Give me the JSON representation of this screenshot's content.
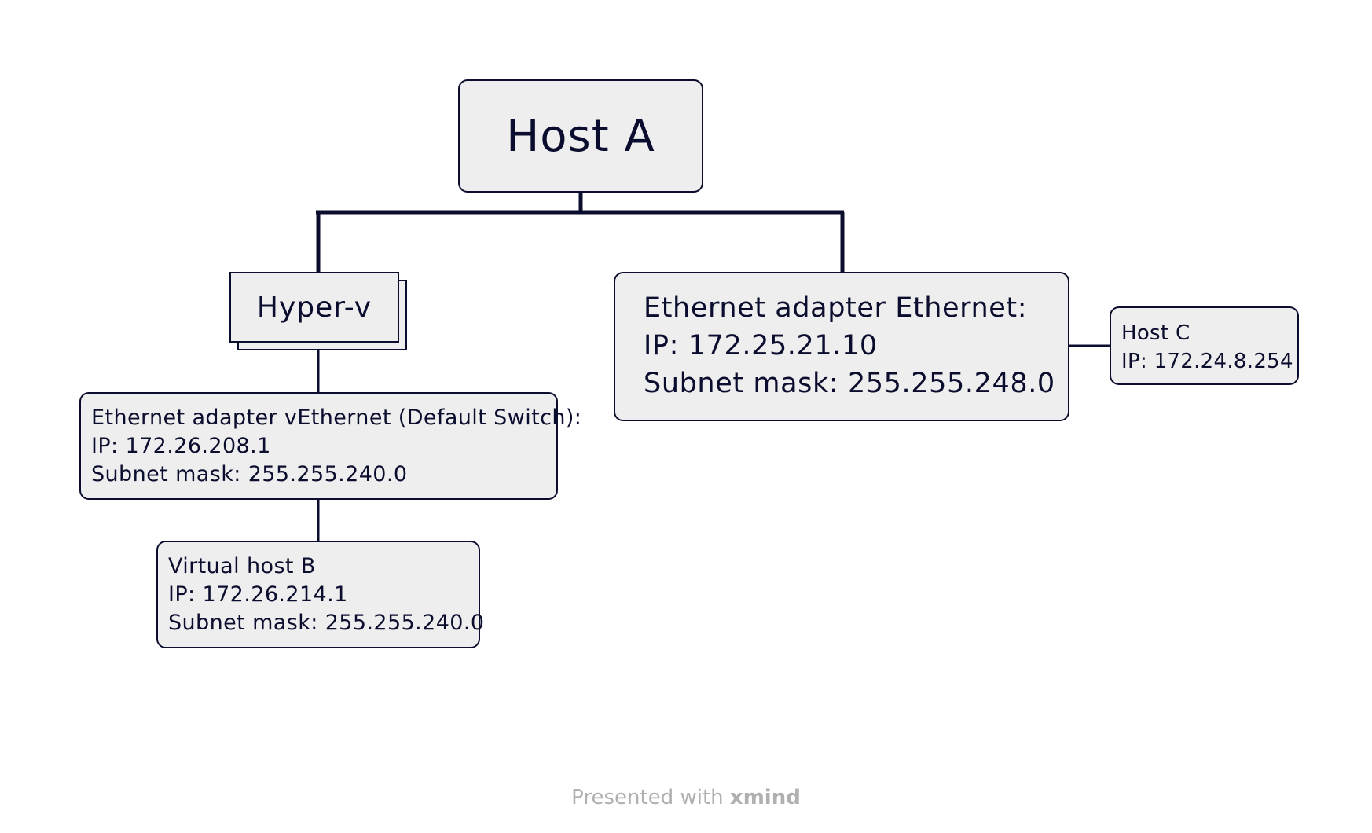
{
  "colors": {
    "background": "#ffffff",
    "node_fill": "#eeeeee",
    "stroke": "#0b0d2e",
    "footer_text": "#b0b0b0"
  },
  "diagram": {
    "root": {
      "title": "Host A"
    },
    "hyperv": {
      "title": "Hyper-v"
    },
    "vethernet": {
      "line1": "Ethernet adapter vEthernet (Default Switch):",
      "line2": "IP: 172.26.208.1",
      "line3": "Subnet mask: 255.255.240.0"
    },
    "virtual_host_b": {
      "line1": "Virtual host B",
      "line2": "IP: 172.26.214.1",
      "line3": "Subnet mask: 255.255.240.0"
    },
    "ethernet": {
      "line1": "Ethernet adapter Ethernet:",
      "line2": "IP: 172.25.21.10",
      "line3": "Subnet mask: 255.255.248.0"
    },
    "host_c": {
      "line1": "Host C",
      "line2": "IP: 172.24.8.254"
    }
  },
  "footer": {
    "prefix": "Presented with",
    "brand": "xmind"
  }
}
